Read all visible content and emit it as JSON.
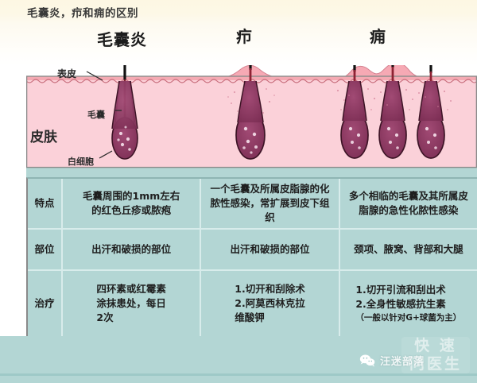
{
  "banner": {
    "title": "毛囊炎，疖和痈的区别",
    "bg_color": "#fdf8e7"
  },
  "diagram": {
    "conditions": [
      {
        "label": "毛囊炎"
      },
      {
        "label": "疖"
      },
      {
        "label": "痈"
      }
    ],
    "labels": {
      "epidermis": "表皮",
      "follicle": "毛囊",
      "white_cell": "白细胞",
      "skin": "皮肤"
    },
    "colors": {
      "epidermis": "#f4aab3",
      "dermis": "#fbd3da",
      "subcutis": "#b3d6d4",
      "follicle_pus": "#8e3a62",
      "hair": "#1a1a1a"
    }
  },
  "table": {
    "columns": [
      "毛囊炎",
      "疖",
      "痈"
    ],
    "rows": [
      {
        "header": "特点",
        "cells": [
          "毛囊周围的1mm左右\n的红色丘疹或脓疱",
          "一个毛囊及所属皮脂腺的化\n脓性感染，常扩展到皮下组织",
          "多个相临的毛囊及其所属皮\n脂腺的急性化脓性感染"
        ]
      },
      {
        "header": "部位",
        "cells": [
          "出汗和破损的部位",
          "出汗和破损的部位",
          "颈项、腋窝、背部和大腿"
        ]
      },
      {
        "header": "治疗",
        "cells": [
          "四环素或红霉素\n涂抹患处，每日\n2次",
          "1.切开和刮除术\n2.阿莫西林克拉\n   维酸钾",
          "1.切开引流和刮出术\n2.全身性敏感抗生素"
        ],
        "note": "（一般以针对G+球菌为主）"
      }
    ],
    "bg_color": "#b3d6d4",
    "grid_color": "#d8eceb"
  },
  "watermarks": {
    "brand_name": "汪迷部落",
    "overlay_text": "快 速\n问医生",
    "wechat_icon": "wechat-icon"
  }
}
